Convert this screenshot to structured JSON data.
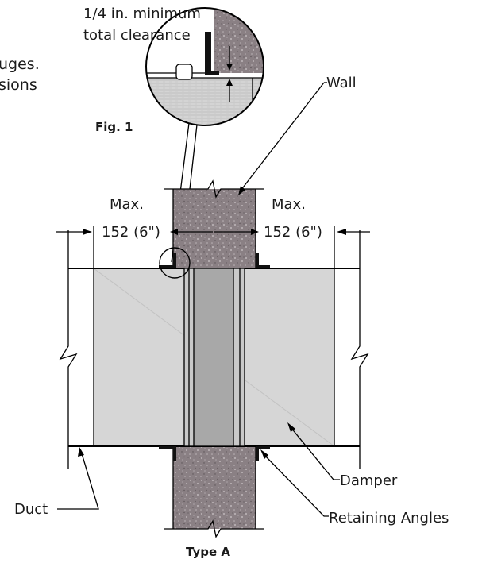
{
  "fragment_left": {
    "line1": "uges.",
    "line2": "sions"
  },
  "detail": {
    "note_line1": "1/4 in. minimum",
    "note_line2": "total clearance",
    "caption": "Fig. 1"
  },
  "labels": {
    "wall": "Wall",
    "max_left": "Max.",
    "dim_left": "152 (6\")",
    "max_right": "Max.",
    "dim_right": "152 (6\")",
    "damper": "Damper",
    "duct": "Duct",
    "retaining_angles": "Retaining Angles",
    "type": "Type A"
  },
  "colors": {
    "wall_fill": "#8a8084",
    "damper_fill": "#d6d6d6",
    "blade_fill": "#a8a8a8",
    "line": "#000000"
  }
}
